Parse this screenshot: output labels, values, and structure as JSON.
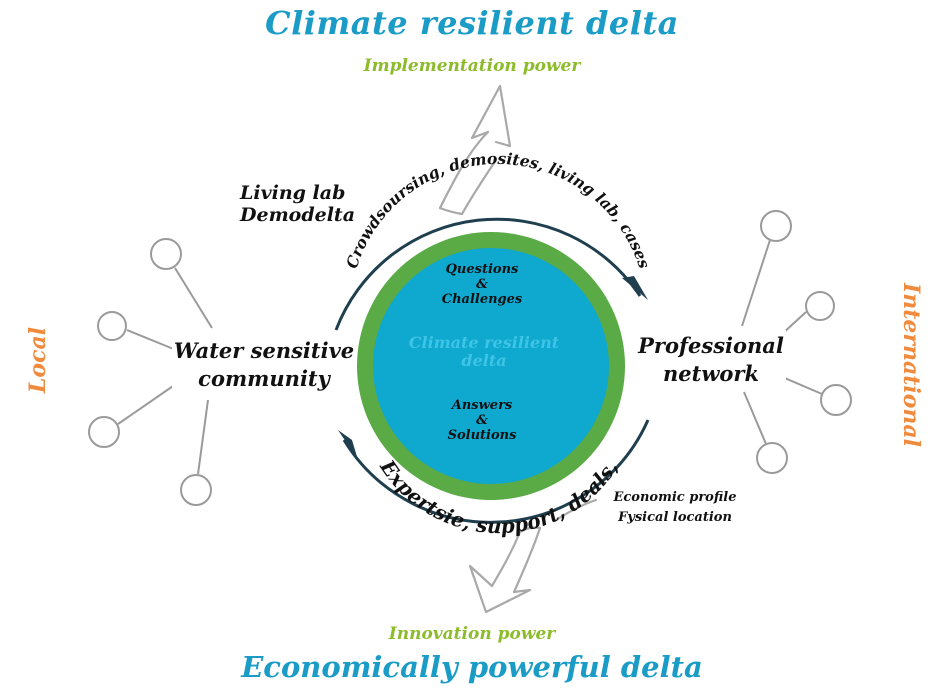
{
  "top": {
    "title": "Climate resilient delta",
    "subtitle": "Implementation power"
  },
  "bottom": {
    "subtitle": "Innovation power",
    "title": "Economically powerful delta"
  },
  "sides": {
    "left": "Local",
    "right": "International"
  },
  "nodes": {
    "living_lab": [
      "Living lab",
      "Demodelta"
    ],
    "community": [
      "Water sensitive",
      "community"
    ],
    "professional": [
      "Professional",
      "network"
    ],
    "economic": [
      "Economic profile",
      "Fysical location"
    ]
  },
  "circle": {
    "top_arc_text": "Crowdsoursing, demosites, living lab, cases",
    "bottom_arc_text": "Expertsie, support, deals,",
    "questions": [
      "Questions",
      "&",
      "Challenges"
    ],
    "answers": [
      "Answers",
      "&",
      "Solutions"
    ],
    "center_label": [
      "Climate resilient",
      "delta"
    ]
  },
  "colors": {
    "title_blue": "#1a9cc6",
    "green_accent": "#8cbb2b",
    "orange": "#f08a3c",
    "ring_green": "#5aaa46",
    "core_blue": "#0fa8cf",
    "arc_dark": "#1f3f4f",
    "sketch_gray": "#9a9a9a"
  }
}
